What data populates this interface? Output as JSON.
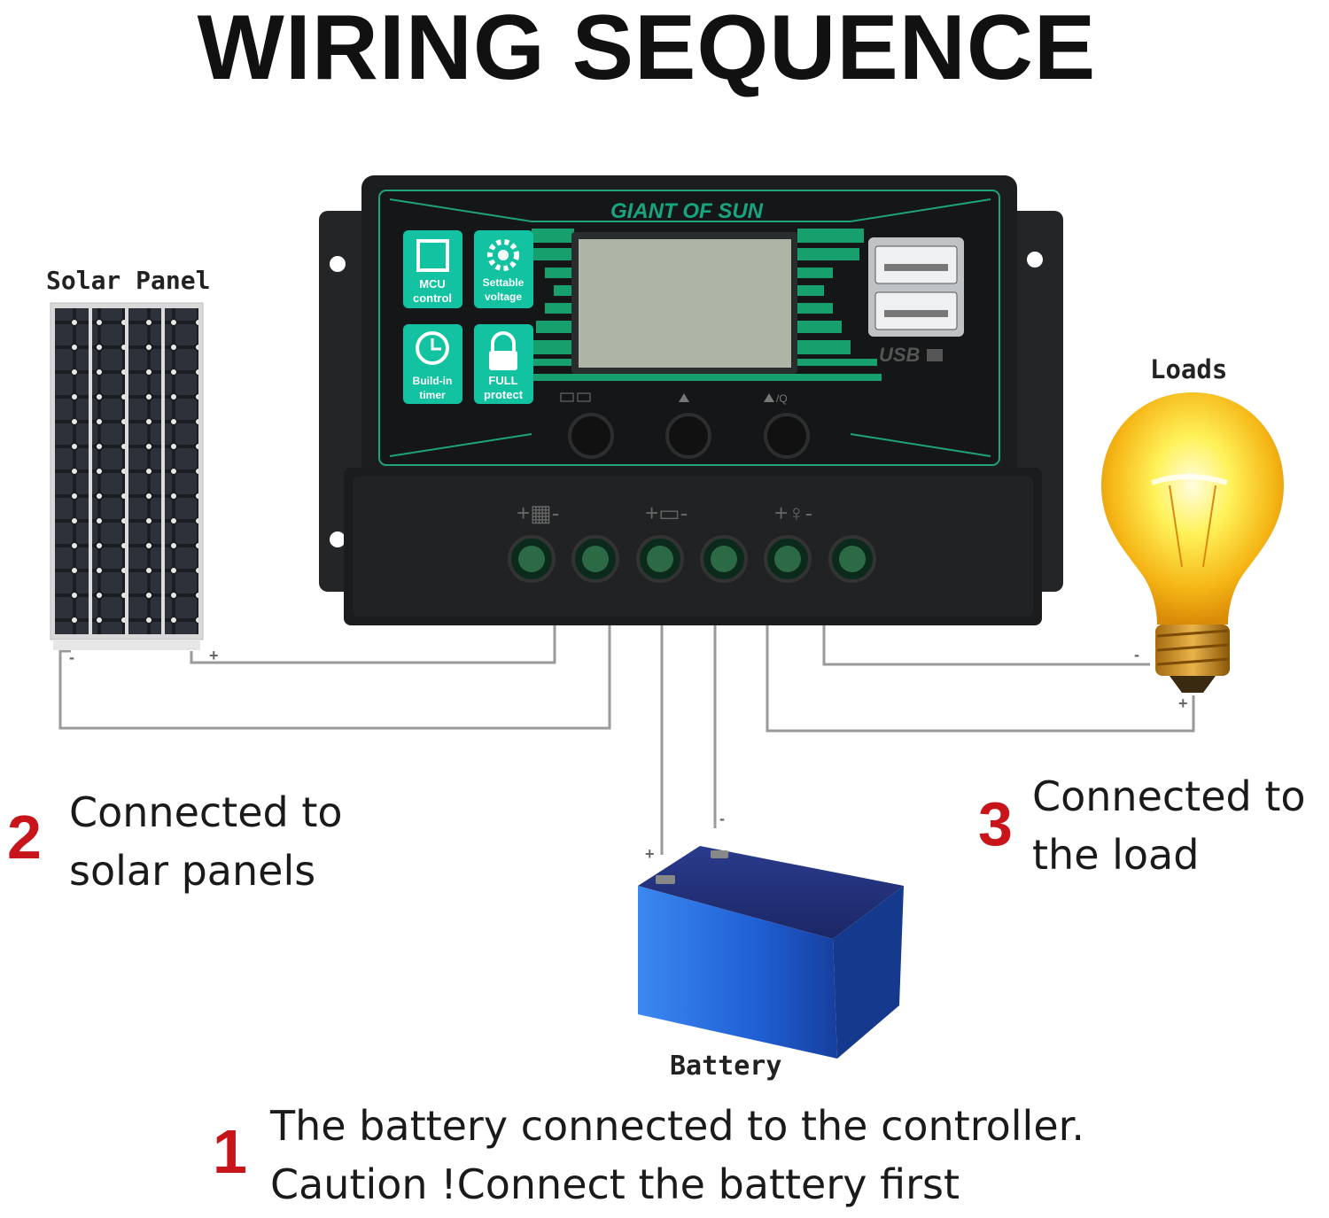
{
  "title": "WIRING SEQUENCE",
  "components": {
    "solar_panel": "Solar Panel",
    "loads": "Loads",
    "battery": "Battery"
  },
  "controller": {
    "brand": "GIANT OF SUN",
    "badges": [
      {
        "label_line1": "MCU",
        "label_line2": "control",
        "icon": "chip-icon"
      },
      {
        "label_line1": "Settable",
        "label_line2": "voltage",
        "icon": "gear-icon"
      },
      {
        "label_line1": "Build-in",
        "label_line2": "timer",
        "icon": "clock-icon"
      },
      {
        "label_line1": "FULL",
        "label_line2": "protect",
        "icon": "lock-icon"
      }
    ],
    "usb_label": "USB",
    "colors": {
      "accent": "#1fa37a",
      "body": "#1c1e1f",
      "badge": "#12c2a0"
    }
  },
  "steps": [
    {
      "number": "1",
      "line1": "The battery connected to the controller.",
      "line2": "Caution !Connect the battery first"
    },
    {
      "number": "2",
      "line1": "Connected to",
      "line2": "solar panels"
    },
    {
      "number": "3",
      "line1": "Connected to",
      "line2": "the load"
    }
  ],
  "colors": {
    "step_number": "#c8141b",
    "wire": "#9a9a9a"
  }
}
